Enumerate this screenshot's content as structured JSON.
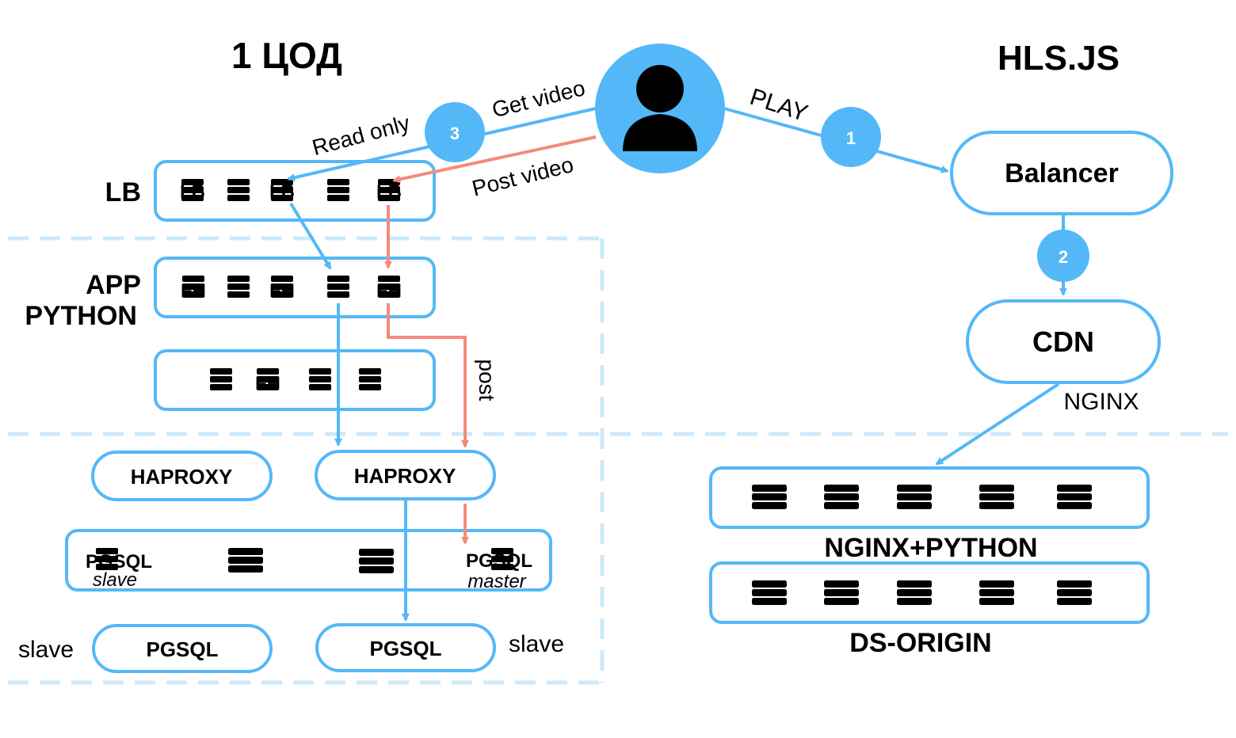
{
  "titles": {
    "left": "1 ЦОД",
    "right": "HLS.JS"
  },
  "colors": {
    "accent_blue": "#54b8f8",
    "post_red": "#f58a7a",
    "zone_dash": "#cde9fc",
    "server_gray": "#d9d9d9"
  },
  "user": {
    "icon": "user-icon"
  },
  "steps": [
    {
      "number": "1",
      "label": "PLAY"
    },
    {
      "number": "2",
      "label": ""
    },
    {
      "number": "3",
      "label": "Get video"
    }
  ],
  "edge_labels": {
    "read_only": "Read only",
    "get_video": "Get video",
    "post_video": "Post video",
    "play": "PLAY",
    "post": "post",
    "nginx": "NGINX"
  },
  "layers": {
    "lb": {
      "label": "LB",
      "nodes": [
        "LB",
        "",
        "LB",
        "",
        "LB"
      ]
    },
    "app": {
      "label_line1": "APP",
      "label_line2": "PYTHON",
      "nodes": [
        "FH",
        "",
        "FH",
        "",
        "FH"
      ]
    },
    "app2": {
      "nodes": [
        "",
        "FH",
        "",
        ""
      ]
    },
    "haproxy": [
      "HAPROXY",
      "HAPROXY"
    ],
    "pgsql_cluster": {
      "left_name": "PGSQL",
      "left_role": "slave",
      "right_name": "PGSQL",
      "right_role": "master"
    },
    "pgsql_bottom": [
      {
        "name": "PGSQL",
        "role": "slave"
      },
      {
        "name": "PGSQL",
        "role": "slave"
      }
    ]
  },
  "right_side": {
    "balancer": "Balancer",
    "cdn": "CDN",
    "nginx_python": "NGINX+PYTHON",
    "ds_origin": "DS-ORIGIN"
  }
}
